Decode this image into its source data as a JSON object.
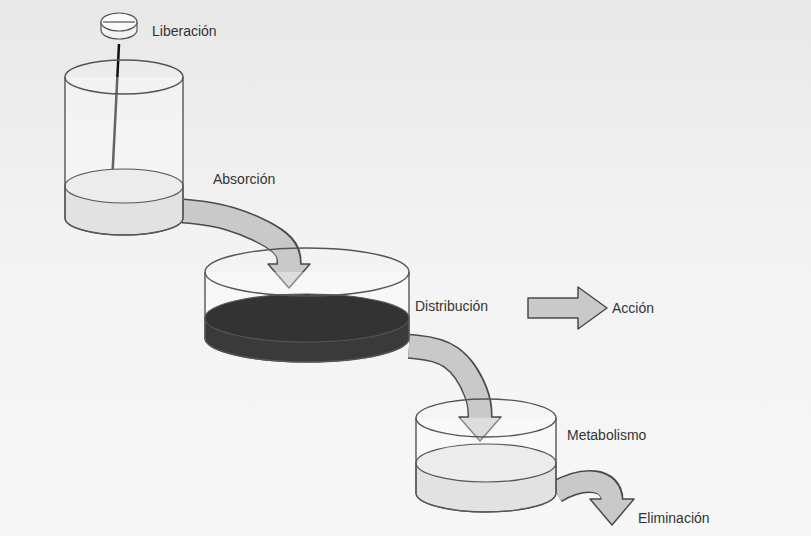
{
  "diagram": {
    "nodes": [
      {
        "text": [
          "Liberación"
        ]
      },
      {
        "text": [
          "Absorción"
        ]
      },
      {
        "text": [
          "Distribución"
        ]
      },
      {
        "text": [
          "Metabolismo"
        ]
      }
    ],
    "edges": [
      {
        "from": 0,
        "to": 1,
        "arrow": "to"
      },
      {
        "from": 1,
        "to": 2,
        "arrow": "to"
      },
      {
        "from": 2,
        "to": 3,
        "arrow": "to"
      }
    ],
    "labels": [
      "Acción",
      "Eliminación"
    ]
  }
}
